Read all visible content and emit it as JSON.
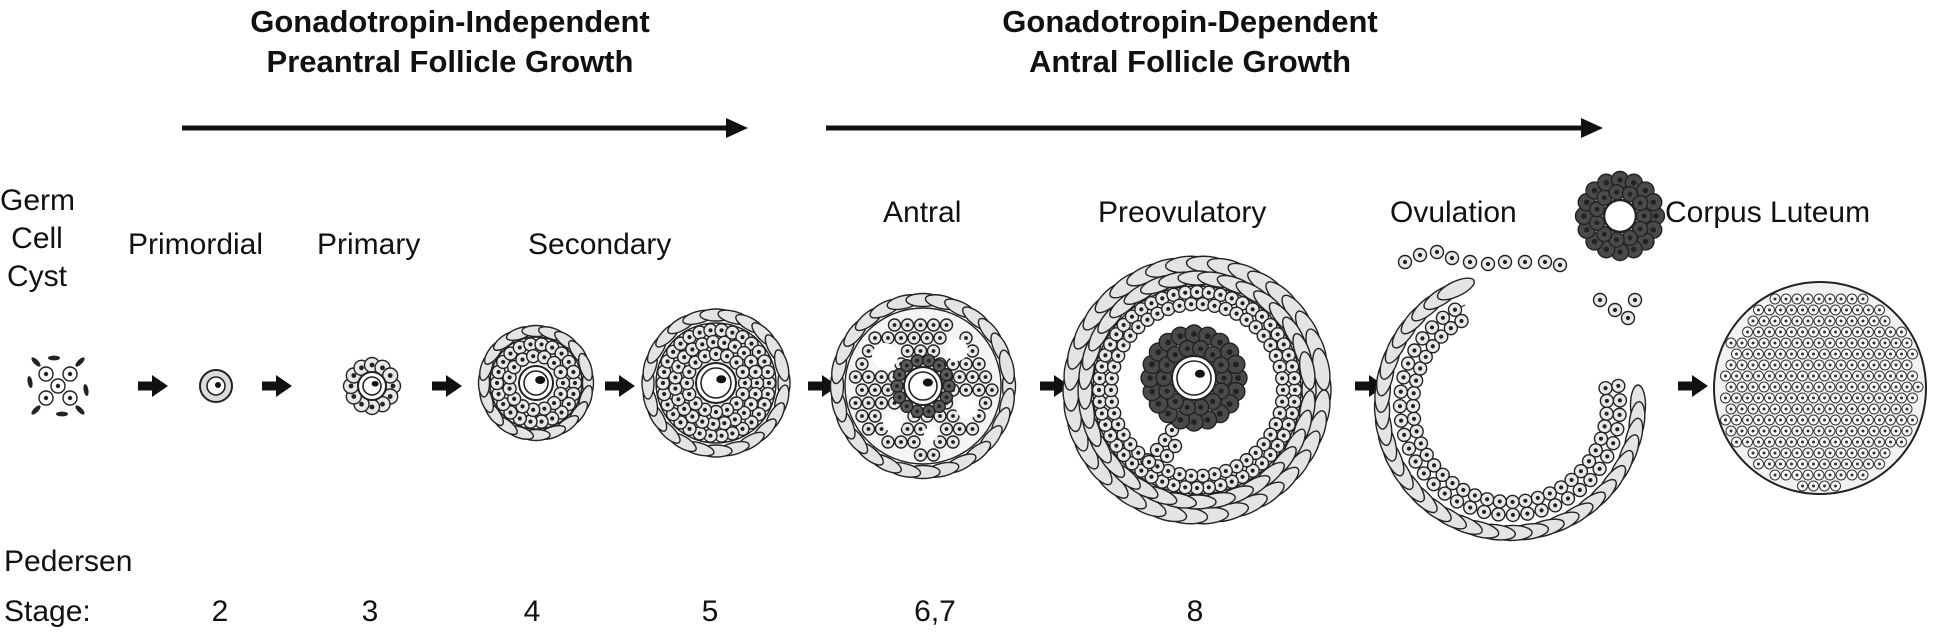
{
  "phases": [
    {
      "line1": "Gonadotropin-Independent",
      "line2": "Preantral Follicle Growth"
    },
    {
      "line1": "Gonadotropin-Dependent",
      "line2": "Antral Follicle Growth"
    }
  ],
  "stages": {
    "germ_cell_cyst": [
      "Germ",
      "Cell",
      "Cyst"
    ],
    "primordial": "Primordial",
    "primary": "Primary",
    "secondary": "Secondary",
    "antral": "Antral",
    "preovulatory": "Preovulatory",
    "ovulation": "Ovulation",
    "corpus_luteum": "Corpus Luteum"
  },
  "pedersen": {
    "label_line1": "Pedersen",
    "label_line2": "Stage:",
    "values": [
      "2",
      "3",
      "4",
      "5",
      "6,7",
      "8"
    ]
  }
}
